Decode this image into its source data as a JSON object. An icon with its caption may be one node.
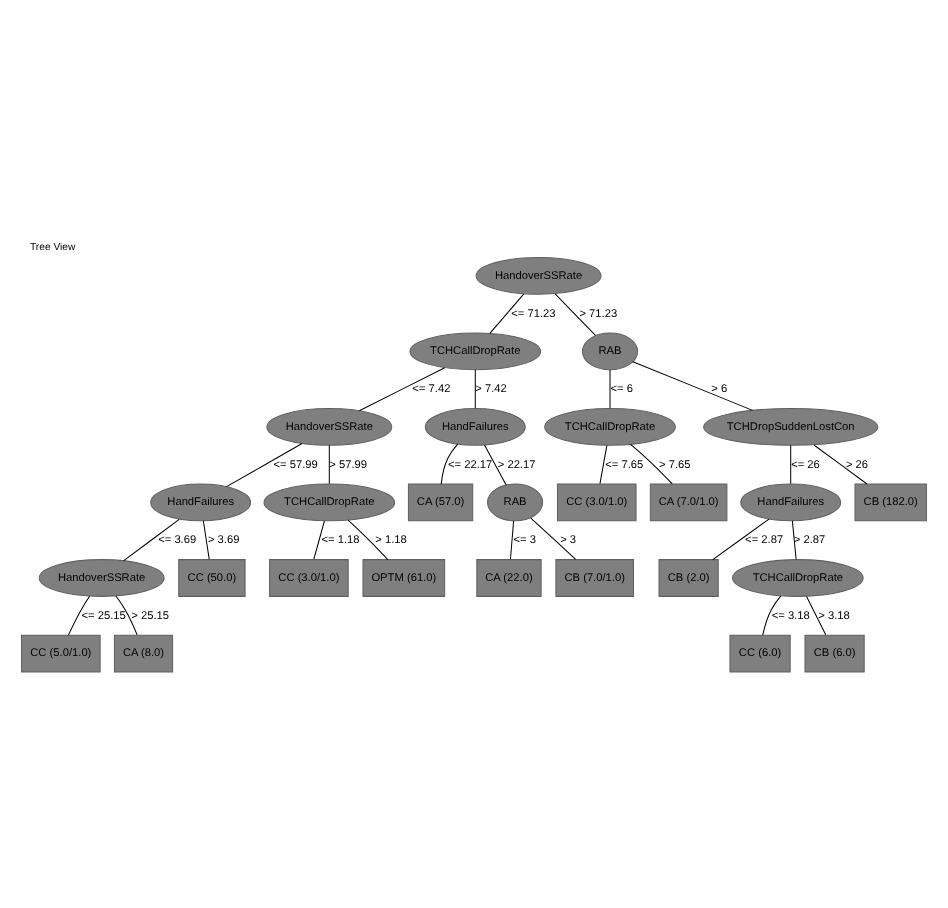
{
  "diagram": {
    "title": "Tree View",
    "nodes": [
      {
        "text": [
          "HandoverSSRate"
        ]
      },
      {
        "text": [
          "TCHCallDropRate"
        ]
      },
      {
        "text": [
          "RAB"
        ]
      },
      {
        "text": [
          "HandoverSSRate"
        ]
      },
      {
        "text": [
          "HandFailures"
        ]
      },
      {
        "text": [
          "TCHCallDropRate"
        ]
      },
      {
        "text": [
          "TCHDropSuddenLostCon"
        ]
      },
      {
        "text": [
          "HandFailures"
        ]
      },
      {
        "text": [
          "TCHCallDropRate"
        ]
      },
      {
        "text": [
          "CA (57.0)"
        ]
      },
      {
        "text": [
          "RAB"
        ]
      },
      {
        "text": [
          "CC (3.0/1.0)"
        ]
      },
      {
        "text": [
          "CA (7.0/1.0)"
        ]
      },
      {
        "text": [
          "HandFailures"
        ]
      },
      {
        "text": [
          "CB (182.0)"
        ]
      },
      {
        "text": [
          "HandoverSSRate"
        ]
      },
      {
        "text": [
          "CC (50.0)"
        ]
      },
      {
        "text": [
          "CC (3.0/1.0)"
        ]
      },
      {
        "text": [
          "OPTM (61.0)"
        ]
      },
      {
        "text": [
          "CA (22.0)"
        ]
      },
      {
        "text": [
          "CB (7.0/1.0)"
        ]
      },
      {
        "text": [
          "CB (2.0)"
        ]
      },
      {
        "text": [
          "TCHCallDropRate"
        ]
      },
      {
        "text": [
          "CC (5.0/1.0)"
        ]
      },
      {
        "text": [
          "CA (8.0)"
        ]
      },
      {
        "text": [
          "CC (6.0)"
        ]
      },
      {
        "text": [
          "CB (6.0)"
        ]
      }
    ],
    "edges": [
      {
        "from": 0,
        "to": 1,
        "arrow": "none",
        "label": "<= 71.23"
      },
      {
        "from": 0,
        "to": 2,
        "arrow": "none",
        "label": "> 71.23"
      },
      {
        "from": 1,
        "to": 3,
        "arrow": "none",
        "label": "<= 7.42"
      },
      {
        "from": 1,
        "to": 4,
        "arrow": "none",
        "label": "> 7.42"
      },
      {
        "from": 2,
        "to": 5,
        "arrow": "none",
        "label": "<= 6"
      },
      {
        "from": 2,
        "to": 6,
        "arrow": "none",
        "label": "> 6"
      },
      {
        "from": 3,
        "to": 7,
        "arrow": "none",
        "label": "<= 57.99"
      },
      {
        "from": 3,
        "to": 8,
        "arrow": "none",
        "label": "> 57.99"
      },
      {
        "from": 4,
        "to": 9,
        "arrow": "none",
        "label": "<= 22.17"
      },
      {
        "from": 4,
        "to": 10,
        "arrow": "none",
        "label": "> 22.17"
      },
      {
        "from": 5,
        "to": 11,
        "arrow": "none",
        "label": "<= 7.65"
      },
      {
        "from": 5,
        "to": 12,
        "arrow": "none",
        "label": "> 7.65"
      },
      {
        "from": 6,
        "to": 13,
        "arrow": "none",
        "label": "<= 26"
      },
      {
        "from": 6,
        "to": 14,
        "arrow": "none",
        "label": "> 26"
      },
      {
        "from": 7,
        "to": 15,
        "arrow": "none",
        "label": "<= 3.69"
      },
      {
        "from": 7,
        "to": 16,
        "arrow": "none",
        "label": "> 3.69"
      },
      {
        "from": 8,
        "to": 17,
        "arrow": "none",
        "label": "<= 1.18"
      },
      {
        "from": 8,
        "to": 18,
        "arrow": "none",
        "label": "> 1.18"
      },
      {
        "from": 10,
        "to": 19,
        "arrow": "none",
        "label": "<= 3"
      },
      {
        "from": 10,
        "to": 20,
        "arrow": "none",
        "label": "> 3"
      },
      {
        "from": 13,
        "to": 21,
        "arrow": "none",
        "label": "<= 2.87"
      },
      {
        "from": 13,
        "to": 22,
        "arrow": "none",
        "label": "> 2.87"
      },
      {
        "from": 15,
        "to": 23,
        "arrow": "none",
        "label": "<= 25.15"
      },
      {
        "from": 15,
        "to": 24,
        "arrow": "none",
        "label": "> 25.15"
      },
      {
        "from": 22,
        "to": 25,
        "arrow": "none",
        "label": "<= 3.18"
      },
      {
        "from": 22,
        "to": 26,
        "arrow": "none",
        "label": "> 3.18"
      }
    ]
  }
}
